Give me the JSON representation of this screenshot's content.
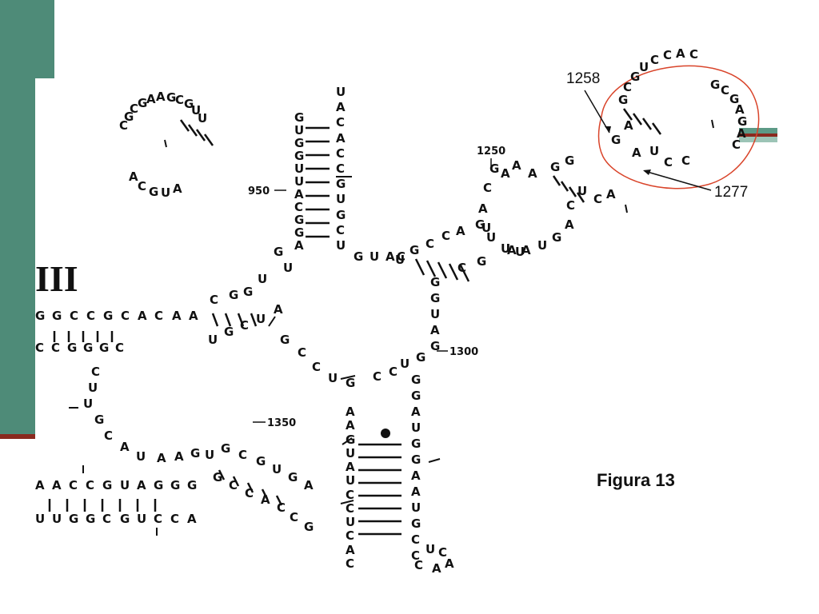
{
  "slide": {
    "figure_caption": "Figura 13",
    "domain_label": "III",
    "colors": {
      "sidebar": "#4e8b78",
      "accent_red": "#8a2a1f",
      "highlight_circle": "#d9442a",
      "accent_light": "#9cc4b6"
    }
  },
  "diagram": {
    "position_labels": [
      "950",
      "1250",
      "1300",
      "1350"
    ],
    "callouts": [
      "1258",
      "1277"
    ]
  }
}
